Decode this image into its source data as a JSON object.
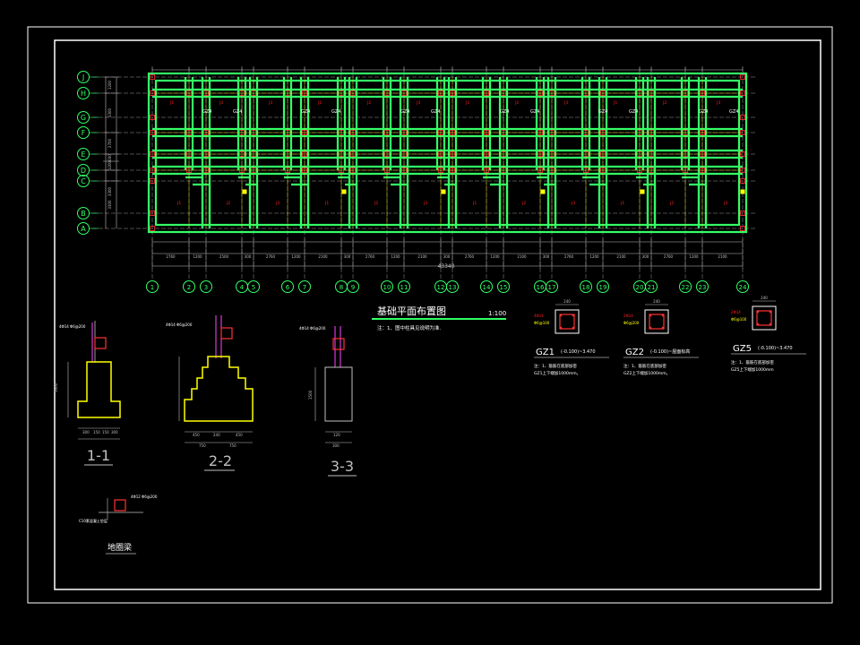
{
  "drawing": {
    "main_title": "基础平面布置图",
    "scale": "1:100",
    "note": "注：1、图中柱具见说明为准.",
    "total_dim": "43340",
    "colors": {
      "background": "#000000",
      "frame": "#ffffff",
      "footing": "#33ff66",
      "wall": "#ffff00",
      "dim": "#c0c0c0",
      "label": "#ff2020",
      "axis_bubble": "#33ff66",
      "column": "#ff3333",
      "rebar": "#ff44ff"
    }
  },
  "axes": {
    "rows": [
      "J",
      "H",
      "G",
      "F",
      "E",
      "D",
      "C",
      "B",
      "A"
    ],
    "cols": [
      "1",
      "2",
      "3",
      "4",
      "5",
      "6",
      "7",
      "8",
      "9",
      "10",
      "11",
      "12",
      "13",
      "14",
      "15",
      "16",
      "17",
      "18",
      "19",
      "20",
      "21",
      "22",
      "23",
      "24"
    ],
    "left_dims": [
      "1200",
      "3300",
      "2700",
      "600",
      "1200",
      "3300",
      "3300"
    ],
    "bottom_dims": [
      "2760",
      "1200",
      "2500",
      "300",
      "2760",
      "1200",
      "2100",
      "300",
      "2760",
      "1200",
      "2100",
      "300",
      "2760",
      "1200",
      "2100",
      "300",
      "2760",
      "1200",
      "2100",
      "300",
      "2760",
      "1200",
      "2100"
    ]
  },
  "plan_labels": {
    "columns": [
      "GZ4",
      "GZ4",
      "GZ4",
      "GZ4",
      "GZ4",
      "GZ4",
      "GZ4",
      "GZ4",
      "GZ4",
      "GZ4",
      "GZ4",
      "GZ4"
    ],
    "footing_tags": [
      "J1",
      "J2",
      "J3",
      "J1",
      "J2",
      "J3",
      "J1",
      "J2",
      "J3",
      "J1",
      "J2",
      "J3"
    ]
  },
  "sections": {
    "s11": {
      "label": "1-1",
      "dims": [
        "300",
        "150",
        "150",
        "300",
        "1900"
      ],
      "tag": "4Φ14 Φ6@200"
    },
    "s22": {
      "label": "2-2",
      "dims": [
        "750",
        "750",
        "450",
        "240",
        "450"
      ],
      "tag": "4Φ14 Φ6@200"
    },
    "s33": {
      "label": "3-3",
      "dims": [
        "300",
        "120",
        "1500"
      ],
      "tag": "4Φ14 Φ6@200"
    },
    "beam": {
      "label": "地圈梁",
      "note": "C10素混凝土垫层",
      "tag": "4Φ12 Φ6@200"
    }
  },
  "columns_detail": [
    {
      "name": "GZ1",
      "range": "(-0.100)~3.470",
      "note1": "注：1、箍筋在底部加密",
      "note2": "GZ1上下端加1000mm。",
      "top": "4Φ14",
      "mid": "Φ6@100",
      "size": "240"
    },
    {
      "name": "GZ2",
      "range": "(-0.100)~屋面标高",
      "note1": "注：1、箍筋在底部加密",
      "note2": "GZ2上下端加1000mm。",
      "top": "2Φ14",
      "mid": "Φ6@200",
      "size": "240"
    },
    {
      "name": "GZ5",
      "range": "(-0.100)~3.470",
      "note1": "注：1、箍筋在底部加密",
      "note2": "GZ5上下端加1000mm",
      "top": "2Φ14",
      "mid": "Φ6@100",
      "size": "240"
    }
  ]
}
